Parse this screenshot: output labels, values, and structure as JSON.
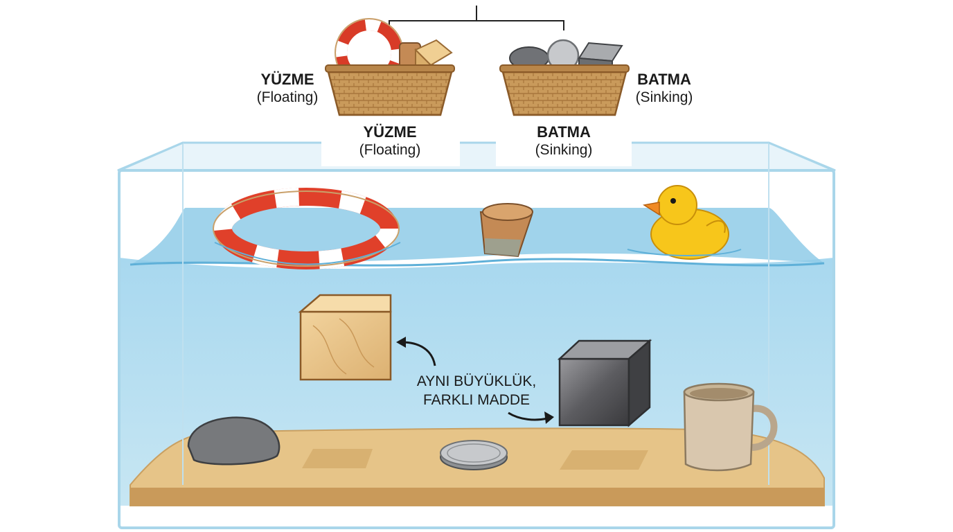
{
  "labels": {
    "float_left": {
      "title": "YÜZME",
      "subtitle": "(Floating)"
    },
    "sink_right": {
      "title": "BATMA",
      "subtitle": "(Sinking)"
    },
    "float_under": {
      "title": "YÜZME",
      "subtitle": "(Floating)"
    },
    "sink_under": {
      "title": "BATMA",
      "subtitle": "(Sinking)"
    }
  },
  "annotation": {
    "line1": "AYNI BÜYÜKLÜK,",
    "line2": "FARKLI MADDE"
  },
  "colors": {
    "water": "#b9def0",
    "water_surface": "#8fcbe8",
    "sand": "#e6c488",
    "glass": "#a9d6ea",
    "basket": "#c99a5b",
    "ring_red": "#e0402a",
    "duck": "#f7c61b",
    "metal": "#6e6e72"
  },
  "objects": {
    "floating": [
      "life-ring",
      "cork",
      "rubber-duck",
      "wood-block"
    ],
    "sinking": [
      "stone",
      "coin",
      "metal-cube",
      "mug"
    ]
  }
}
